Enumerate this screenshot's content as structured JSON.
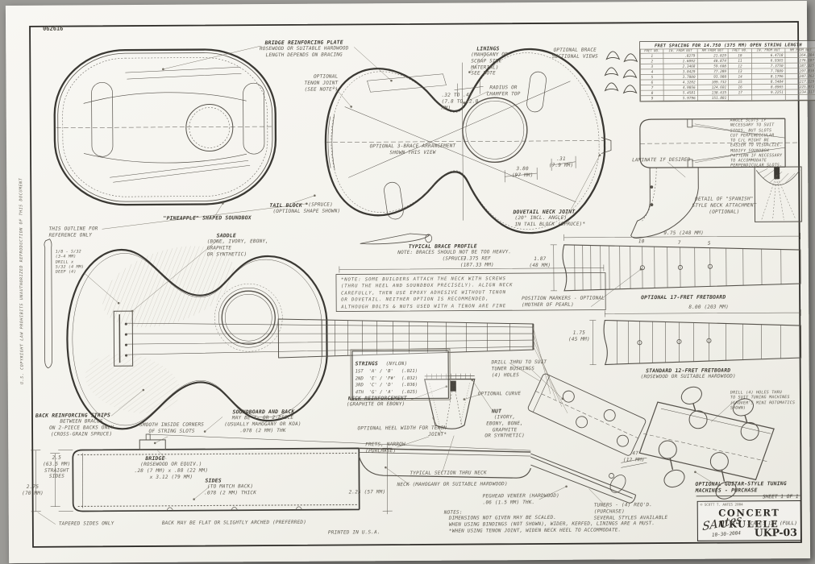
{
  "doc": {
    "corner_number": "062616",
    "copyright_vertical": "U.S. COPYRIGHT LAW PROHIBITS UNAUTHORIZED REPRODUCTION OF THIS DOCUMENT",
    "printed": "PRINTED IN U.S.A."
  },
  "title_block": {
    "copyright": "© SCOTT T. ANTES 2004",
    "sheet": "SHEET 1 OF 1",
    "title": "CONCERT UKULELE",
    "scale": "SCALE: 1/1 (FULL)",
    "drawing_number": "UKP-03",
    "signature": "SAntes",
    "date": "10-30-2004"
  },
  "fret_table": {
    "title": "FRET SPACING FOR 14.750 (375 MM) OPEN STRING LENGTH",
    "headers": [
      "FRET NO.",
      "IN. FROM NUT",
      "MM FROM NUT",
      "FRET NO.",
      "IN. FROM NUT",
      "MM FROM NUT"
    ],
    "rows": [
      [
        "1",
        ".8279",
        "21.029",
        "10",
        "6.4718",
        "164.384"
      ],
      [
        "2",
        "1.6092",
        "40.874",
        "11",
        "6.9365",
        "176.187"
      ],
      [
        "3",
        "2.3468",
        "59.608",
        "12",
        "7.3750",
        "187.325"
      ],
      [
        "4",
        "3.0429",
        "77.289",
        "13",
        "7.7889",
        "197.838"
      ],
      [
        "5",
        "3.7000",
        "93.980",
        "14",
        "8.1796",
        "207.762"
      ],
      [
        "6",
        "4.3202",
        "109.732",
        "15",
        "8.5484",
        "217.129"
      ],
      [
        "7",
        "4.9056",
        "124.601",
        "16",
        "8.8965",
        "225.971"
      ],
      [
        "8",
        "5.4581",
        "138.635",
        "17",
        "9.2251",
        "234.317"
      ],
      [
        "9",
        "5.9796",
        "151.881",
        "",
        "",
        ""
      ]
    ]
  },
  "strings_box": {
    "title": "STRINGS",
    "subtitle": "(NYLON)",
    "rows": [
      "1ST  'A' / 'B'   (.021)",
      "2ND  'E' / 'F#'  (.032)",
      "3RD  'C' / 'D'   (.036)",
      "4TH  'G' / 'A'   (.025)"
    ]
  },
  "notes": {
    "title": "NOTES:",
    "lines": "DIMENSIONS NOT GIVEN MAY BE SCALED.\nWHEN USING BINDINGS (NOT SHOWN), WIDER, KERFED, LININGS ARE A MUST.\n*WHEN USING TENON JOINT, WIDEN NECK HEEL TO ACCOMMODATE."
  },
  "labels": {
    "bridge_plate_title": "BRIDGE REINFORCING PLATE",
    "bridge_plate_sub": "ROSEWOOD OR SUITABLE HARDWOOD\nLENGTH DEPENDS ON BRACING",
    "linings_title": "LININGS",
    "linings_sub": "(MAHOGANY OR\nSCRAP SIDE MATERIAL)\nSEE NOTE",
    "optional_brace": "OPTIONAL BRACE\nSECTIONAL VIEWS",
    "optional_tenon": "OPTIONAL\nTENON JOINT\n(SEE NOTE*)",
    "radius_chamfer": "RADIUS OR\nCHAMFER TOP",
    "dim_soundhole": ".32 TO .47\n(7.8 TO 12.0\nMM)",
    "dim_380": "3.80\n(97 MM)",
    "dim_31": ".31\n(7.9 MM)",
    "optional_3brace": "OPTIONAL 3-BRACE ARRANGEMENT\nSHOWN THIS VIEW",
    "tail_block_title": "TAIL BLOCK",
    "tail_block_material": "(SPRUCE)",
    "tail_block_sub": "(OPTIONAL SHAPE SHOWN)",
    "pineapple": "\"PINEAPPLE\" SHAPED SOUNDBOX",
    "saddle_title": "SADDLE",
    "saddle_sub": "(BONE, IVORY, EBONY, GRAPHITE\nOR SYNTHETIC)",
    "outline_ref": "THIS OUTLINE FOR\nREFERENCE ONLY",
    "drill_spec": "1/8 - 5/32\n(3-4 MM)\nDRILL x\n5/32 (4 MM)\nDEEP (4)",
    "dovetail_title": "DOVETAIL NECK JOINT",
    "dovetail_sub": "(20° INCL. ANGLE)\nIN TAIL BLOCK (SPRUCE)*",
    "brace_profile_title": "TYPICAL BRACE PROFILE",
    "brace_profile_sub": "NOTE: BRACES SHOULD NOT BE TOO HEAVY.\n(SPRUCE)",
    "angle_slots_note": "ANGLE SLOTS IF\nNECESSARY TO SUIT\nSIDES, BUT SLOTS\nCUT PERPENDICULAR\nTO C/L MIGHT BE\nEASIER TO VISUALIZE.\nMODIFY SOUNDBOX\nPATTERN IF NECESSARY\nTO ACCOMMODATE\nPERPENDICULAR SLOTS.",
    "laminate": "LAMINATE IF DESIRED",
    "spanish_detail": "DETAIL OF \"SPANISH\"\nSTYLE NECK ATTACHMENT\n(OPTIONAL)",
    "dim_7375": "7.375 REF\n(187.33 MM)",
    "builders_note": "*NOTE: SOME BUILDERS ATTACH THE NECK WITH SCREWS\n(THRU THE HEEL AND SOUNDBOX PRECISELY). ALIGN NECK\nCAREFULLY, THEN USE EPOXY ADHESIVE  WITHOUT TENON\nOR DOVETAIL.  NEITHER OPTION IS RECOMMENDED,\nALTHOUGH BOLTS & NUTS USED WITH A TENON ARE FINE",
    "position_markers": "POSITION MARKERS - OPTIONAL\n(MOTHER OF PEARL)",
    "fretboard_17": "OPTIONAL 17-FRET FRETBOARD",
    "dim_975": "9.75 (248 MM)",
    "dim_187": "1.87\n(48 MM)",
    "dim_800": "8.00 (203 MM)",
    "dim_175": "1.75\n(45 MM)",
    "fretboard_12_title": "STANDARD 12-FRET FRETBOARD",
    "fretboard_12_sub": "(ROSEWOOD OR SUITABLE HARDWOOD)",
    "drill_bushings": "DRILL THRU TO SUIT\nTUNER BUSHINGS\n(4) HOLES",
    "neck_reinforcement_title": "NECK REINFORCEMENT",
    "neck_reinforcement_sub": "(GRAPHITE OR EBONY)",
    "heel_width": "OPTIONAL HEEL WIDTH FOR TENON\nJOINT*",
    "frets": "FRETS, NARROW\n(PURCHASE)",
    "optional_curve": "OPTIONAL CURVE",
    "nut_title": "NUT",
    "nut_sub": "(IVORY,\nEBONY, BONE,\nGRAPHITE\nOR SYNTHETIC)",
    "drill_machines": "DRILL (4) HOLES THRU\nTO SUIT TUNING MACHINES\n(GROVER'S MINI ROTOMATICS\nSHOWN)",
    "dim_47": ".47\n(12 MM)",
    "guitar_tuners": "OPTIONAL GUITAR-STYLE TUNING\nMACHINES - PURCHASE",
    "tuners": "TUNERS - (4) REQ'D.\n(PURCHASE)\nSEVERAL STYLES AVAILABLE",
    "back_strips_title": "BACK REINFORCING STRIPS",
    "back_strips_sub": "BETWEEN BRACES\nON 2-PIECE BACKS ONLY\n(CROSS-GRAIN SPRUCE)",
    "smooth_corners": "SMOOTH INSIDE CORNERS\nOF STRING SLOTS",
    "soundboard_back_title": "SOUNDBOARD AND BACK",
    "soundboard_back_sub": "MAY BE 1- OR 2-PIECE\n(USUALLY MAHOGANY OR KOA)\n.078 (2 MM) THK",
    "bridge_title": "BRIDGE",
    "bridge_sub": "(ROSEWOOD OR EQUIV.)\n.28 (7 MM) x .88 (22 MM)\nx 3.12 (79 MM)",
    "sides_title": "SIDES",
    "sides_sub": "(TO MATCH BACK)\n.078 (2 MM) THICK",
    "dim_straight": "2.5\n(63.5 MM)\nSTRAIGHT\nSIDES",
    "dim_275": "2.75\n(70 MM)",
    "tapered": "TAPERED SIDES ONLY",
    "back_flat": "BACK MAY BE FLAT OR SLIGHTLY ARCHED (PREFERRED)",
    "typical_section": "TYPICAL SECTION THRU NECK",
    "neck": "NECK (MAHOGANY OR SUITABLE HARDWOOD)",
    "dim_225": "2.25 (57 MM)",
    "peghead_veneer": "PEGHEAD VENEER (HARDWOOD)\n.06 (1.5 MM) THK.",
    "fret_no_10": "10",
    "fret_no_7": "7",
    "fret_no_5": "5"
  }
}
